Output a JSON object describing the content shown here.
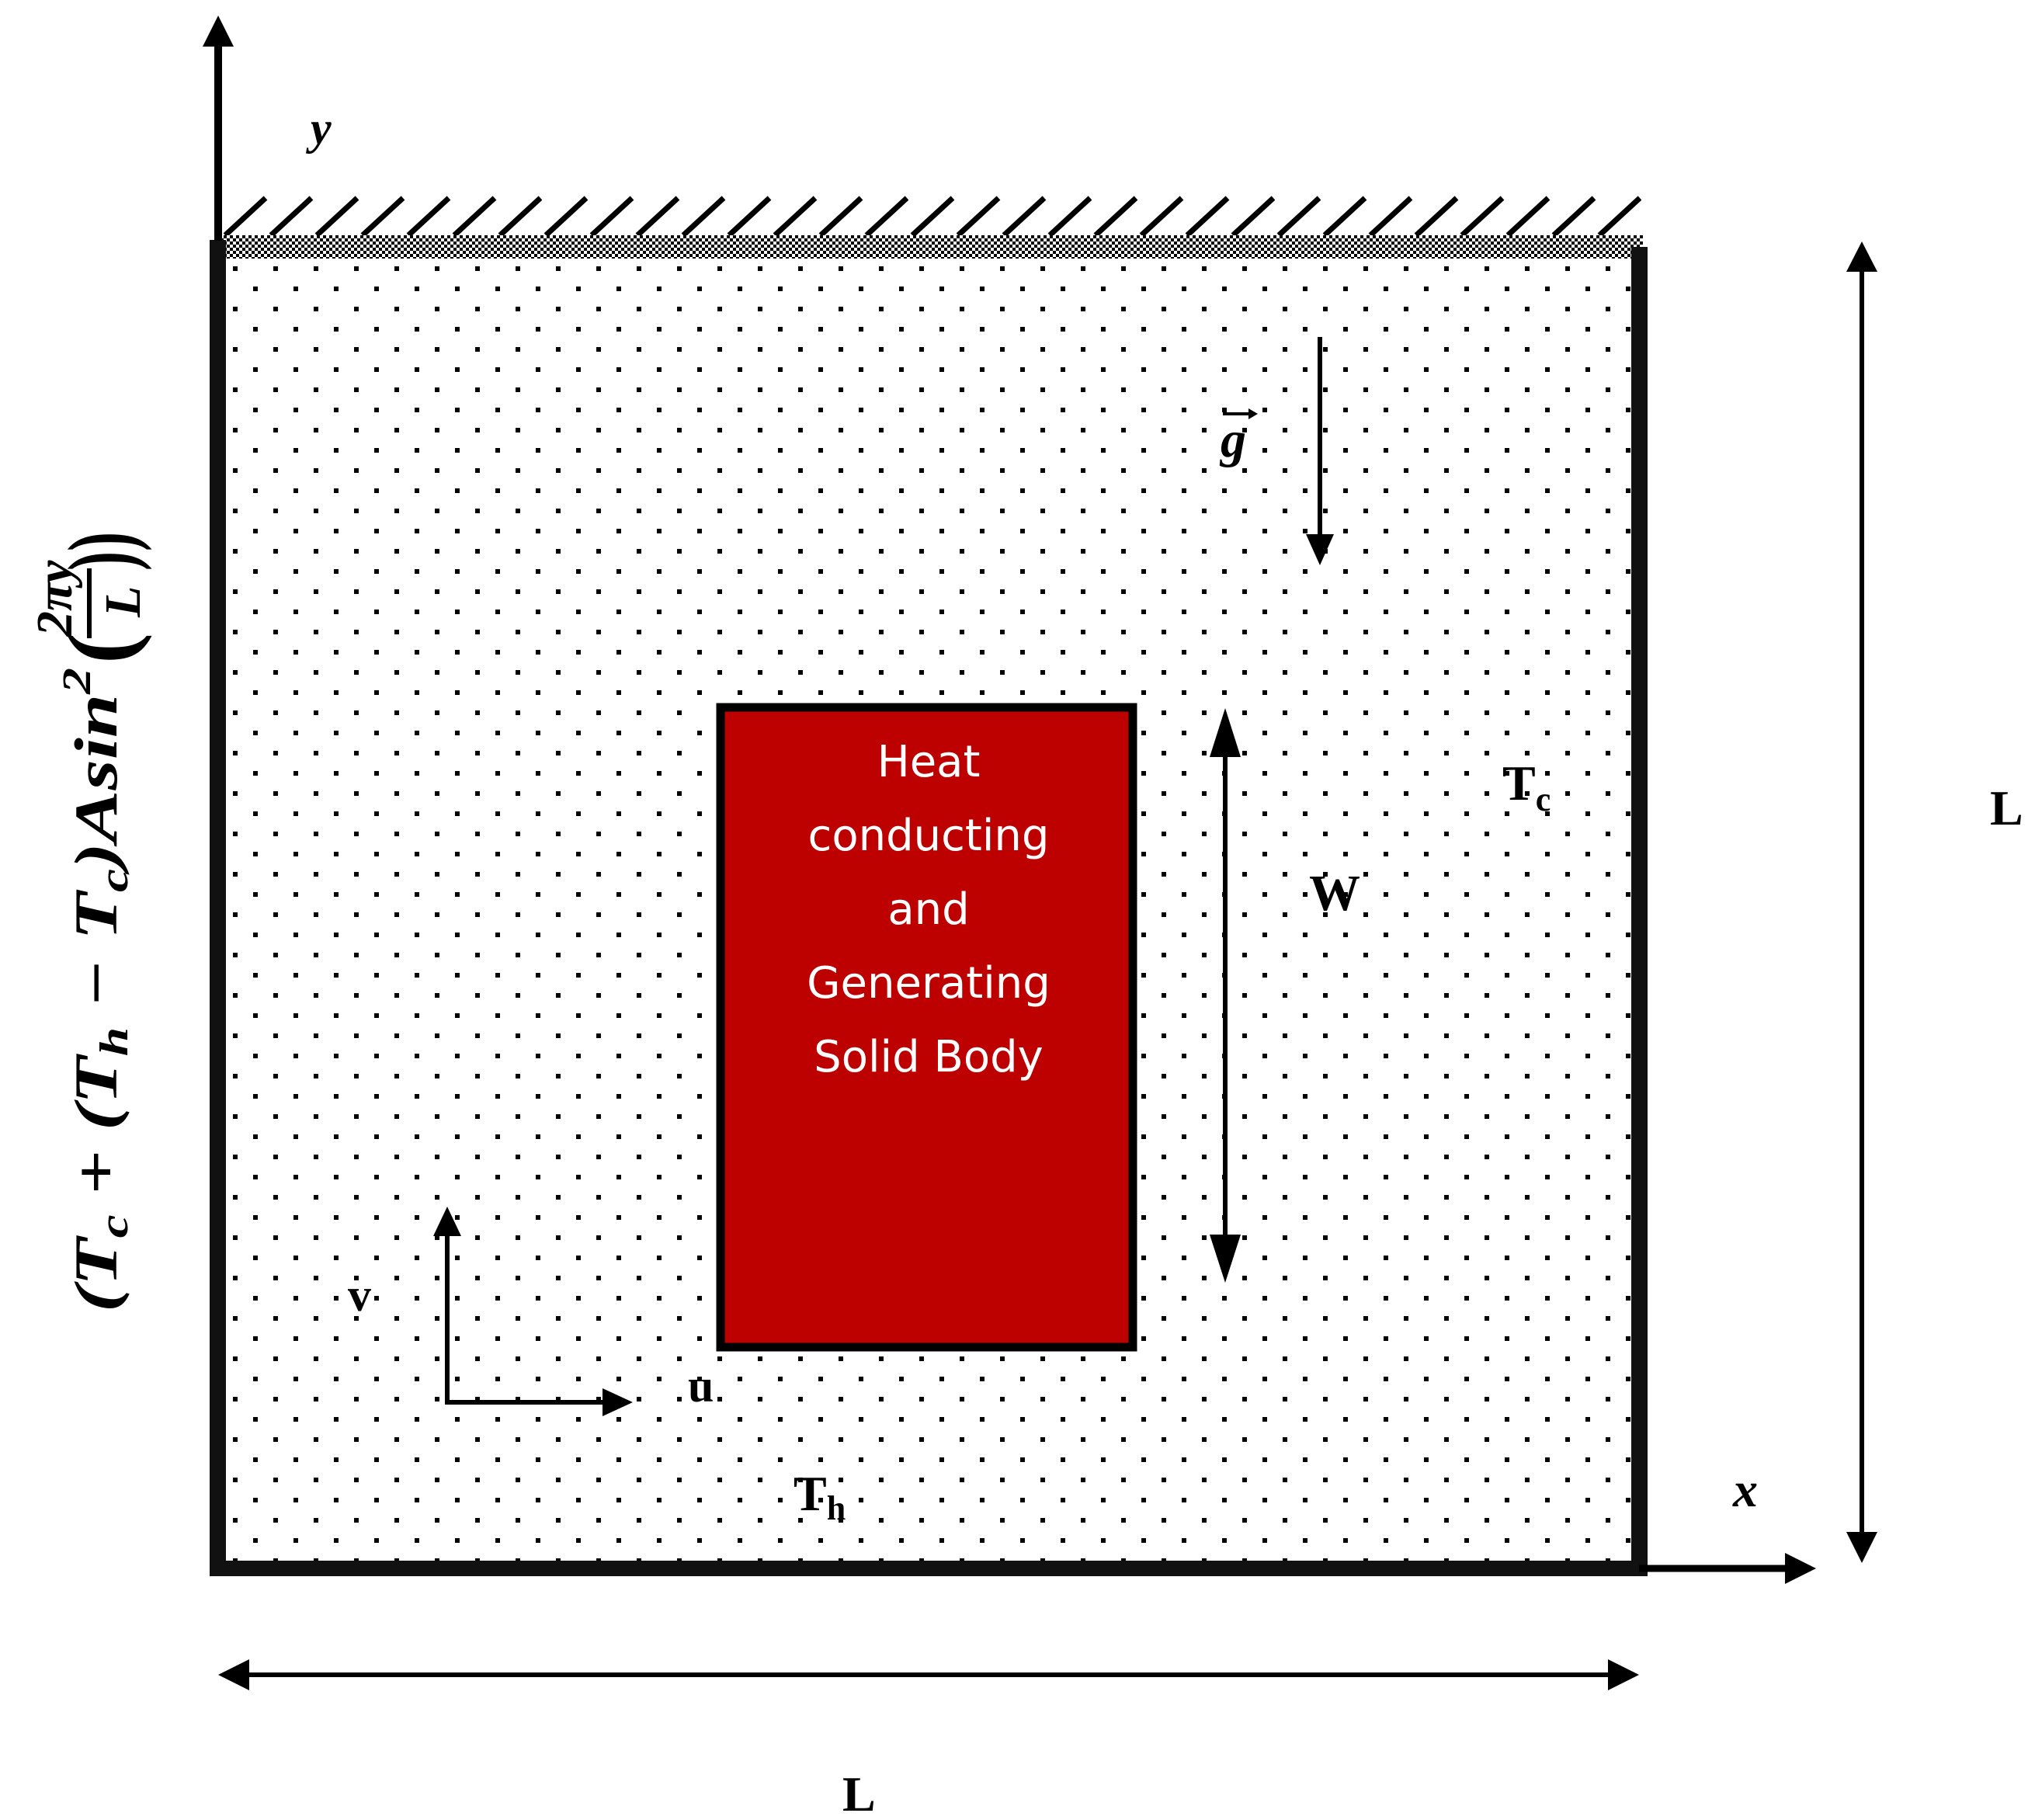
{
  "colors": {
    "solid_body": "#BD0000",
    "walls": "#111111",
    "background": "#FFFFFF"
  },
  "axes": {
    "x_label": "x",
    "y_label": "y"
  },
  "velocity": {
    "u_label": "u",
    "v_label": "v"
  },
  "gravity_label": "g",
  "top_wall": {
    "type": "adiabatic-hatched"
  },
  "solid_body": {
    "lines": [
      "Heat",
      "conducting",
      "and",
      "Generating",
      "Solid Body"
    ]
  },
  "width_label": "W",
  "right_wall_label": {
    "main": "T",
    "sub": "c"
  },
  "bottom_wall_label": {
    "main": "T",
    "sub": "h"
  },
  "length_labels": {
    "horizontal": "L",
    "vertical": "L"
  },
  "left_wall_formula": {
    "p1": "(T",
    "s1": "c",
    "p2": " + (T",
    "s2": "h",
    "p3": " − T",
    "s3": "c",
    "p4": ")Asin",
    "sup": "2",
    "open": "(",
    "numerator": "2πy",
    "denominator": "L",
    "close": "))"
  }
}
